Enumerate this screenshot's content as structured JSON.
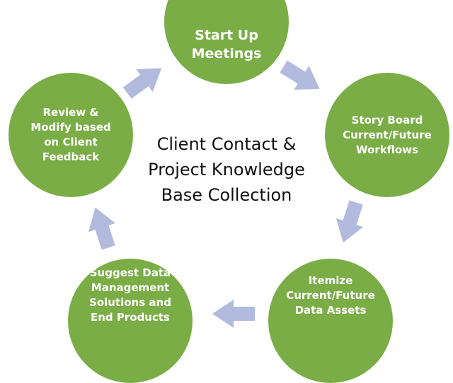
{
  "colors": {
    "circle_fill": "#7aad46",
    "arrow_fill": "#b2bbdd",
    "center_text": "#111111",
    "background": "#ffffff"
  },
  "center_title": "Client Contact &\nProject Knowledge\nBase Collection",
  "steps": [
    {
      "label": "Start Up\nMeetings"
    },
    {
      "label": "Story Board\nCurrent/Future\nWorkflows"
    },
    {
      "label": "Itemize\nCurrent/Future\nData Assets"
    },
    {
      "label": "Suggest Data\nManagement\nSolutions and\nEnd Products"
    },
    {
      "label": "Review &\nModify based\non Client\nFeedback"
    }
  ],
  "arrows": [
    {
      "name": "arrow-step1-to-step2-icon"
    },
    {
      "name": "arrow-step2-to-step3-icon"
    },
    {
      "name": "arrow-step3-to-step4-icon"
    },
    {
      "name": "arrow-step4-to-step5-icon"
    },
    {
      "name": "arrow-step5-to-step1-icon"
    }
  ]
}
